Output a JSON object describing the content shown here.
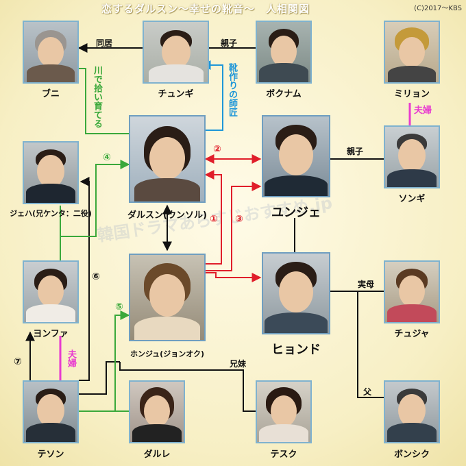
{
  "title": "恋するダルスン〜幸せの靴音〜　人相関図",
  "copyright": "(C)2017〜KBS",
  "watermark": "韓国ドラマあらすじおすすめ.jp",
  "colors": {
    "green": "#3aa83a",
    "blue": "#1e96d8",
    "red": "#e01e2a",
    "black": "#111111",
    "pink": "#e83ad0"
  },
  "characters": {
    "buni": "ブニ",
    "chungi": "チュンギ",
    "bokunamu": "ボクナム",
    "miryon": "ミリョン",
    "darusun": "ダルスン(ウンソル)",
    "yunje": "ユンジェ",
    "songi": "ソンギ",
    "jeha": "ジェハ(兄ケンタ：二役)",
    "honju": "ホンジュ(ジョンオク)",
    "hyondo": "ヒョンド",
    "yonfa": "ヨンファ",
    "chuja": "チュジャ",
    "teson": "テソン",
    "darure": "ダルレ",
    "tesuku": "テスク",
    "bonshiku": "ボンシク"
  },
  "relations": {
    "dokyo": "同居",
    "oyako1": "親子",
    "kawa": "川で拾い育てる",
    "kutsu": "靴作りの師匠",
    "fufu1": "夫婦",
    "oyako2": "親子",
    "jitsubo": "実母",
    "kyodai": "兄妹",
    "chichi": "父",
    "fufu2": "夫婦"
  },
  "numbers": {
    "n1": "①",
    "n2": "②",
    "n3": "③",
    "n4": "④",
    "n5": "⑤",
    "n6": "⑥",
    "n7": "⑦"
  }
}
